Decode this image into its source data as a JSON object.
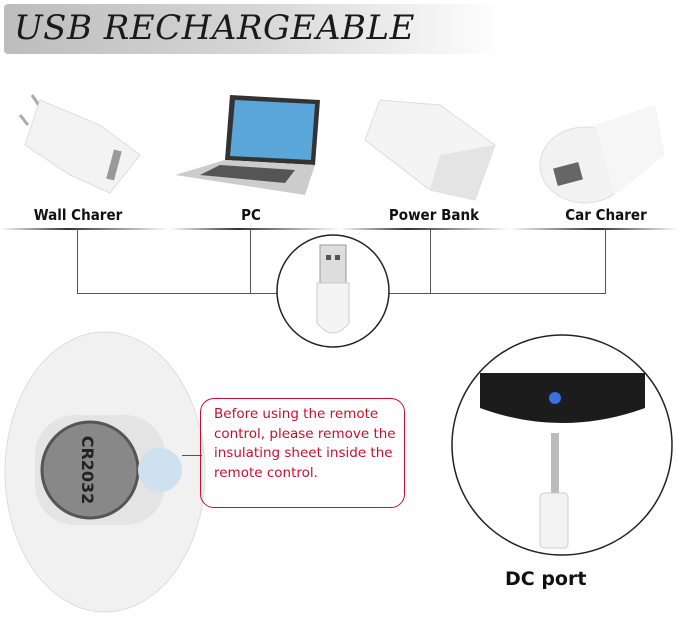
{
  "title": "USB RECHARGEABLE",
  "sources": [
    {
      "label": "Wall Charer",
      "icon": "wall-charger-icon"
    },
    {
      "label": "PC",
      "icon": "laptop-icon"
    },
    {
      "label": "Power Bank",
      "icon": "power-bank-icon"
    },
    {
      "label": "Car Charer",
      "icon": "car-charger-icon"
    }
  ],
  "notice": "Before using the remote control, please remove the insulating sheet inside the remote control.",
  "battery_label": "CR2032",
  "dc_label": "DC port",
  "colors": {
    "accent": "#c8102e"
  }
}
